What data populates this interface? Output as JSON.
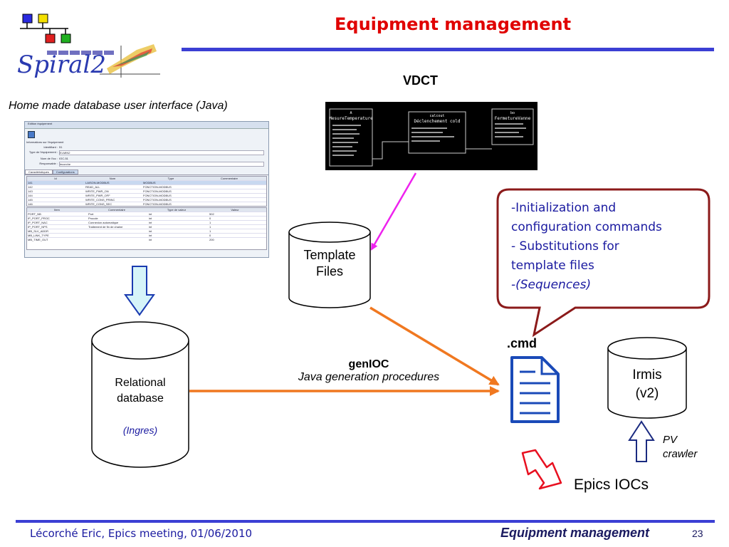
{
  "header": {
    "title": "Equipment management",
    "logo_text": "Spiral2"
  },
  "vdct": {
    "label": "VDCT",
    "record1": {
      "line1": "A",
      "line2": "MesureTemperature"
    },
    "record2": {
      "line1": "calcout",
      "line2": "Déclenchement cold"
    },
    "record3": {
      "line1": "bo",
      "line2": "FermetureVanne"
    }
  },
  "ui": {
    "caption": "Home made database user interface (Java)",
    "window_title": "Edition équipement",
    "section_title": "Informations sur l'équipement",
    "fields": [
      {
        "label": "Identifiant :",
        "value": "51"
      },
      {
        "label": "Type de l'équipement :",
        "value": "ELMIN2"
      },
      {
        "label": "Nom de l'ioc :",
        "value": "IOC-51"
      },
      {
        "label": "Responsable :",
        "value": "lecorche"
      }
    ],
    "tabs": [
      "Caractéristiques",
      "Configurations"
    ],
    "table1_headers": [
      "Id",
      "Nom",
      "Type",
      "Commentaire"
    ],
    "table1_rows": [
      [
        "141",
        "LAISON-MODBUS",
        "MODBUS",
        ""
      ],
      [
        "142",
        "READ_ALL",
        "FONCTION-MODBUS",
        ""
      ],
      [
        "143",
        "WRITE_PWR_ON",
        "FONCTION-MODBUS",
        ""
      ],
      [
        "144",
        "WRITE_PWR_OFF",
        "FONCTION-MODBUS",
        ""
      ],
      [
        "145",
        "WRITE_CONS_PRINC",
        "FONCTION-MODBUS",
        ""
      ],
      [
        "146",
        "WRITE_CONS_SEC",
        "FONCTION-MODBUS",
        ""
      ]
    ],
    "table2_headers": [
      "Item",
      "Commentaire",
      "Type de valeur",
      "Valeur"
    ],
    "table2_rows": [
      [
        "PORT_NB",
        "Port",
        "int",
        "502"
      ],
      [
        "IP_PORT_PROC",
        "Procole",
        "int",
        "0"
      ],
      [
        "IP_PORT_NAC",
        "Connexion automatique",
        "int",
        "1"
      ],
      [
        "IP_PORT_NPS",
        "Traitement de fin de chaine",
        "int",
        "1"
      ],
      [
        "MB_SLV_ADDR",
        "",
        "int",
        "1"
      ],
      [
        "MB_LINK_TYPE",
        "",
        "int",
        "0"
      ],
      [
        "MB_TIME_OUT",
        "",
        "int",
        "200"
      ]
    ]
  },
  "template_files": {
    "line1": "Template",
    "line2": "Files"
  },
  "database": {
    "line1": "Relational",
    "line2": "database",
    "engine": "(Ingres)"
  },
  "callout": {
    "lines": [
      "-Initialization and",
      "configuration commands",
      "- Substitutions for",
      "template files",
      "-(Sequences)"
    ]
  },
  "cmd": {
    "label": ".cmd"
  },
  "genioc": {
    "title": "genIOC",
    "subtitle": "Java generation procedures"
  },
  "irmis": {
    "line1": "Irmis",
    "line2": "(v2)"
  },
  "pv_crawler": {
    "line1": "PV",
    "line2": "crawler"
  },
  "epics": {
    "label": "Epics IOCs"
  },
  "footer": {
    "left": "Lécorché Eric, Epics meeting, 01/06/2010",
    "right": "Equipment management",
    "page": "23"
  }
}
